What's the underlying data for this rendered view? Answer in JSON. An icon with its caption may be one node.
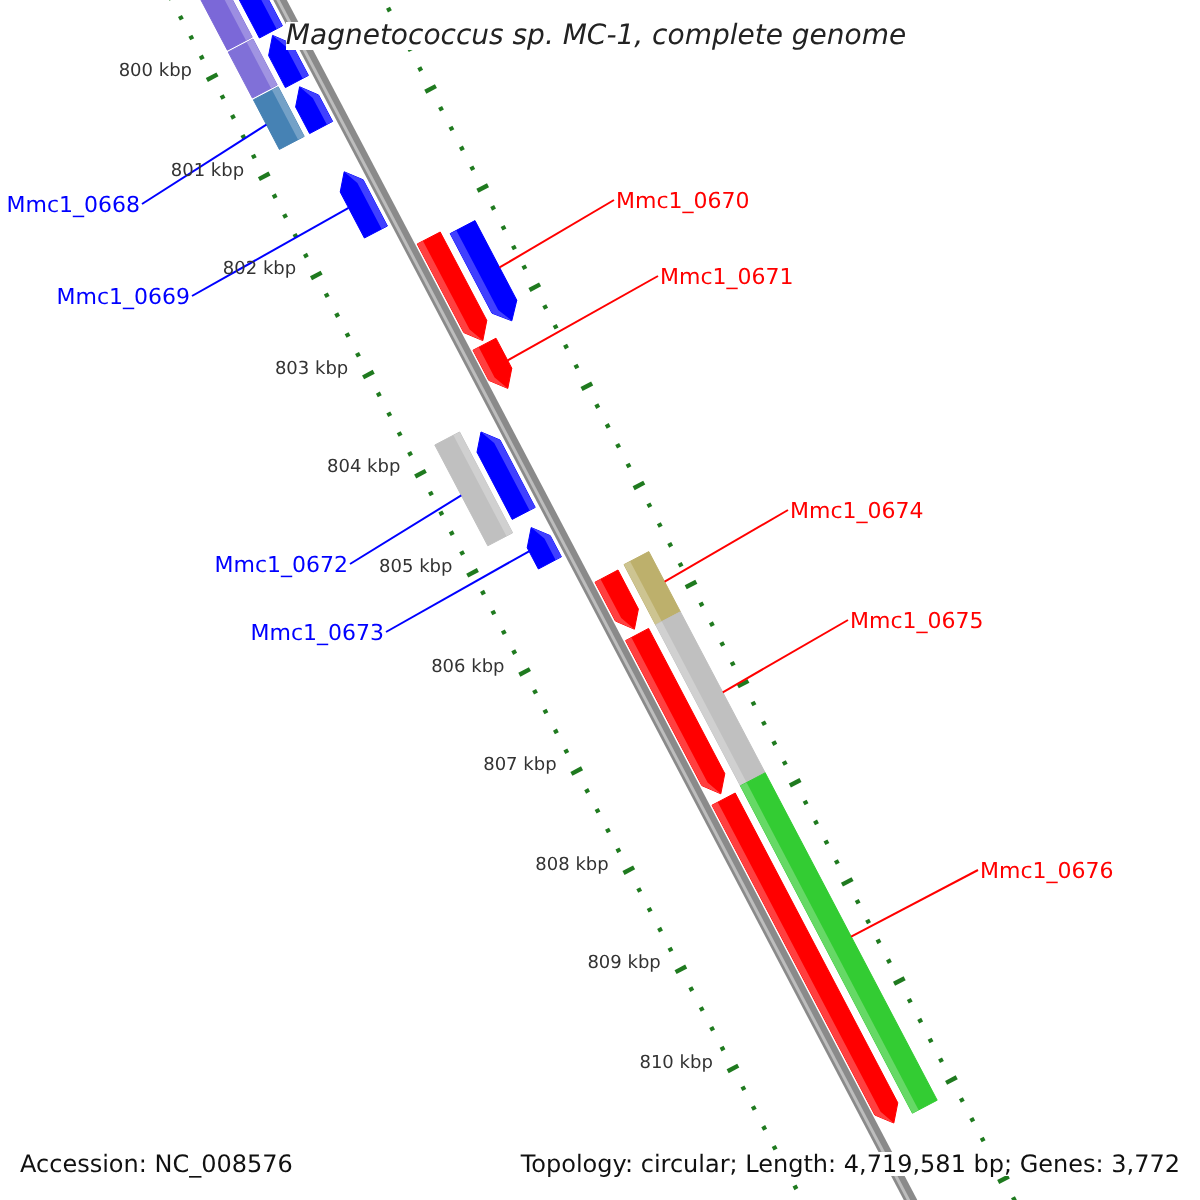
{
  "diagram": {
    "title": "Magnetococcus sp. MC-1, complete genome",
    "nodes": [
      {
        "text": [
          "Mmc1_0668"
        ]
      },
      {
        "text": [],
        "shape": "bar"
      },
      {
        "text": [
          "Mmc1_0669"
        ]
      },
      {
        "text": [],
        "shape": "bar"
      },
      {
        "text": [
          "Mmc1_0670"
        ]
      },
      {
        "text": [],
        "shape": "bar"
      },
      {
        "text": [
          "Mmc1_0671"
        ]
      },
      {
        "text": [],
        "shape": "bar"
      },
      {
        "text": [
          "Mmc1_0672"
        ]
      },
      {
        "text": [],
        "shape": "bar"
      },
      {
        "text": [
          "Mmc1_0673"
        ]
      },
      {
        "text": [],
        "shape": "bar"
      },
      {
        "text": [
          "Mmc1_0674"
        ]
      },
      {
        "text": [],
        "shape": "bar"
      },
      {
        "text": [
          "Mmc1_0675"
        ]
      },
      {
        "text": [],
        "shape": "bar"
      },
      {
        "text": [
          "Mmc1_0676"
        ]
      },
      {
        "text": [],
        "shape": "bar"
      },
      {
        "text": [],
        "shape": "bar"
      },
      {
        "text": [],
        "shape": "bar"
      },
      {
        "text": [],
        "shape": "bar"
      },
      {
        "text": [],
        "shape": "bar"
      },
      {
        "text": [],
        "shape": "bar"
      },
      {
        "text": [],
        "shape": "bar"
      },
      {
        "text": [],
        "shape": "bar"
      },
      {
        "text": [],
        "shape": "bar"
      },
      {
        "text": [],
        "shape": "bar"
      },
      {
        "text": [],
        "shape": "bar"
      }
    ],
    "edges": [
      {
        "from": 0,
        "to": 1,
        "arrow": "none",
        "color": "#0000ff"
      },
      {
        "from": 2,
        "to": 3,
        "arrow": "none",
        "color": "#0000ff"
      },
      {
        "from": 4,
        "to": 5,
        "arrow": "none"
      },
      {
        "from": 6,
        "to": 7,
        "arrow": "none"
      },
      {
        "from": 8,
        "to": 9,
        "arrow": "none",
        "color": "#0000ff"
      },
      {
        "from": 10,
        "to": 11,
        "arrow": "none",
        "color": "#0000ff"
      },
      {
        "from": 12,
        "to": 13,
        "arrow": "none"
      },
      {
        "from": 14,
        "to": 15,
        "arrow": "none"
      },
      {
        "from": 16,
        "to": 17,
        "arrow": "none"
      }
    ],
    "labels": [
      "800 kbp",
      "801 kbp",
      "802 kbp",
      "803 kbp",
      "804 kbp",
      "805 kbp",
      "806 kbp",
      "807 kbp",
      "808 kbp",
      "809 kbp",
      "810 kbp",
      "Accession: NC_008576",
      "Topology: circular; Length: 4,719,581 bp; Genes: 3,772"
    ]
  }
}
